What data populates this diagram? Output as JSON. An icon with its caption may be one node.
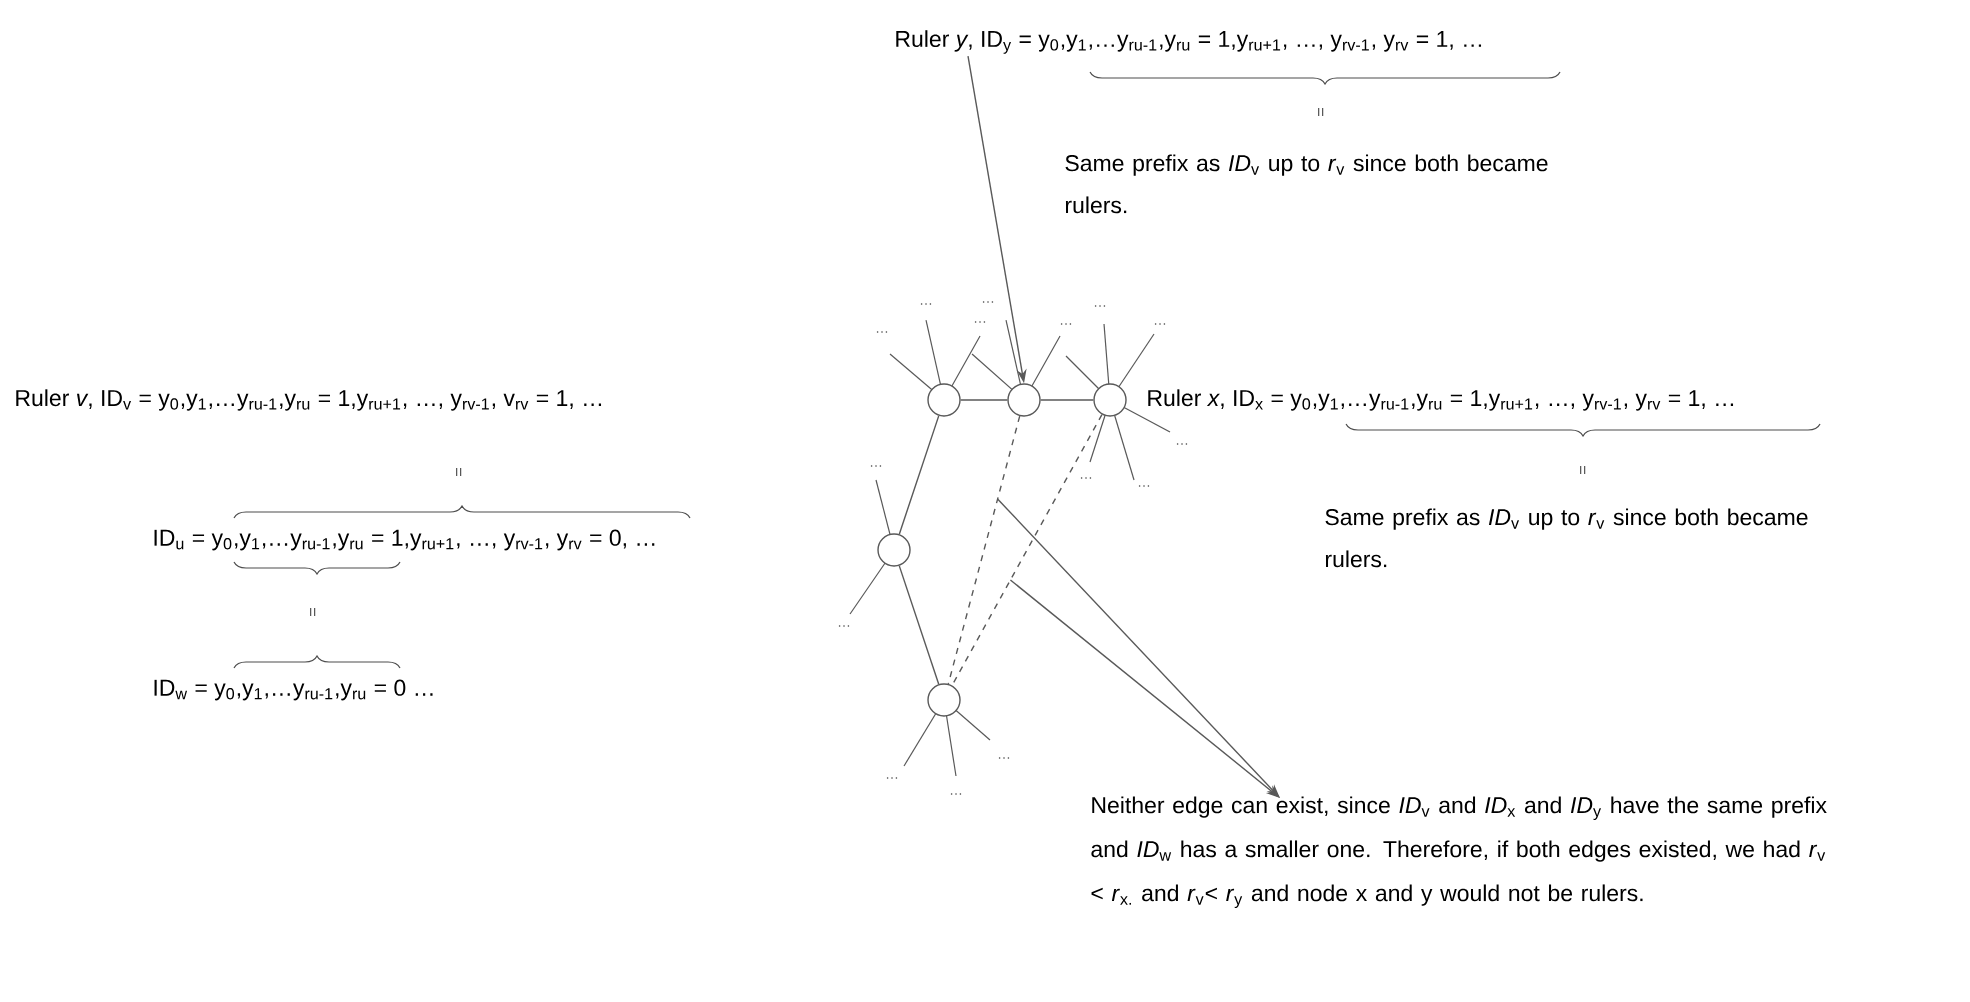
{
  "diagram": {
    "nodes": [
      {
        "text": [
          "Ruler *y*, ID$_{y}$ = y$_{0}$,y$_{1}$,…y$_{ru-1}$,y$_{ru}$ = 1,y$_{ru+1}$, …, y$_{rv-1}$, y$_{rv}$ = 1, …"
        ]
      },
      {
        "text": [],
        "shape": "circle"
      },
      {
        "text": [],
        "shape": "circle"
      },
      {
        "text": [],
        "shape": "circle"
      },
      {
        "text": [],
        "shape": "circle"
      },
      {
        "text": [],
        "shape": "circle"
      },
      {
        "text": [
          "Neither edge can exist, since *ID*$_{v}$ and *ID*$_{x}$ and *ID*$_{y}$ have the same prefix and *ID*$_{w}$ has a smaller one. Therefore, if both edges existed, we had *r*$_{v}$ < *r*$_{x.}$ and *r*$_{v}$< *r*$_{y}$ and node x and y would not be rulers."
        ]
      }
    ],
    "edges": [
      {
        "from": 0,
        "to": 2,
        "arrow": "to"
      },
      {
        "from": 1,
        "to": 2,
        "arrow": "none"
      },
      {
        "from": 2,
        "to": 3,
        "arrow": "none"
      },
      {
        "from": 1,
        "to": 4,
        "arrow": "none"
      },
      {
        "from": 4,
        "to": 5,
        "arrow": "none"
      },
      {
        "from": 2,
        "to": 5,
        "arrow": "none",
        "style": "dashed"
      },
      {
        "from": 3,
        "to": 5,
        "arrow": "none",
        "style": "dashed"
      },
      {
        "from": null,
        "to": 6,
        "arrow": "to"
      },
      {
        "from": null,
        "to": 6,
        "arrow": "to"
      }
    ],
    "labels": [
      "=",
      "Same prefix as *ID*$_{v}$ up to *r*$_{v}$ since both became rulers.",
      "Ruler *v*, ID$_{v}$ = y$_{0}$,y$_{1}$,…y$_{ru-1}$,y$_{ru}$ = 1,y$_{ru+1}$, …, y$_{rv-1}$, v$_{rv}$ = 1, …",
      "=",
      "Ruler *x*, ID$_{x}$ = y$_{0}$,y$_{1}$,…y$_{ru-1}$,y$_{ru}$ = 1,y$_{ru+1}$, …, y$_{rv-1}$, y$_{rv}$ = 1, …",
      "=",
      "Same prefix as *ID*$_{v}$ up to *r*$_{v}$ since both became rulers.",
      "ID$_{u}$ = y$_{0}$,y$_{1}$,…y$_{ru-1}$,y$_{ru}$ = 1,y$_{ru+1}$, …, y$_{rv-1}$, y$_{rv}$ = 0, …",
      "=",
      "ID$_{w}$ = y$_{0}$,y$_{1}$,…y$_{ru-1}$,y$_{ru}$ = 0 …",
      "…",
      "…",
      "…",
      "…",
      "…",
      "…",
      "…",
      "…",
      "…",
      "…",
      "…",
      "…",
      "…",
      "…",
      "…"
    ]
  }
}
